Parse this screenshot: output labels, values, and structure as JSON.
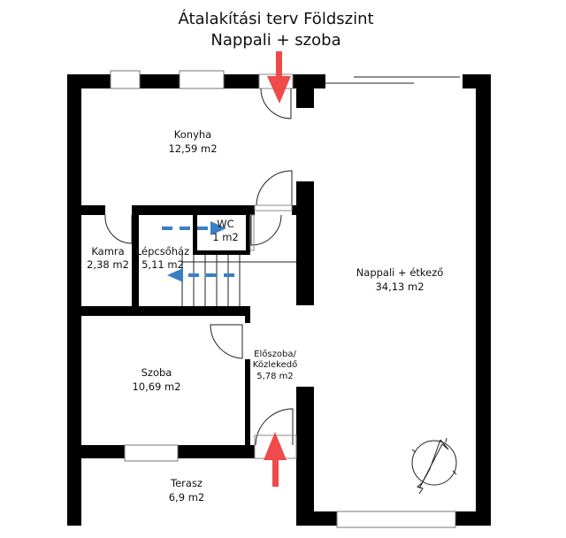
{
  "title": {
    "line1": "Átalakítási terv Földszint",
    "line2": "Nappali + szoba"
  },
  "rooms": [
    {
      "name": "Konyha",
      "area": "12,59 m2"
    },
    {
      "name": "WC",
      "area": "1 m2"
    },
    {
      "name": "Kamra",
      "area": "2,38 m2"
    },
    {
      "name": "Lépcsőház",
      "area": "5,11 m2"
    },
    {
      "name": "Nappali + étkező",
      "area": "34,13  m2"
    },
    {
      "name": "Szoba",
      "area": "10,69 m2"
    },
    {
      "name": "Előszoba/",
      "name2": "Közlekedő",
      "area": "5,78 m2"
    },
    {
      "name": "Terasz",
      "area": "6,9 m2"
    }
  ],
  "colors": {
    "wall": "#000000",
    "entry_arrow": "#f04a4a",
    "path_arrow": "#3a7fc4"
  }
}
